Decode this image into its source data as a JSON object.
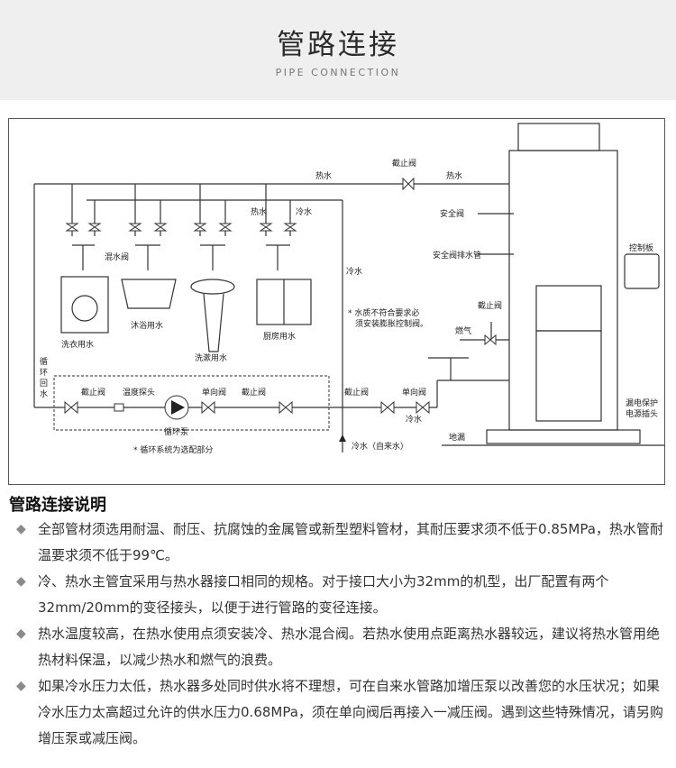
{
  "header": {
    "title": "管路连接",
    "subtitle": "PIPE CONNECTION"
  },
  "diagram": {
    "labels": {
      "hot_water_1": "热水",
      "stop_valve_top": "截止阀",
      "hot_water_2": "热水",
      "safety_valve": "安全阀",
      "safety_drain": "安全阀排水管",
      "control_panel": "控制板",
      "hot_water_mix": "热水",
      "cold_water_mix": "冷水",
      "mixing_valve": "混水阀",
      "cold_water_vertical": "冷水",
      "washer": "洗衣用水",
      "shower": "沐浴用水",
      "basin": "洗漱用水",
      "kitchen": "厨房用水",
      "note_line1": "* 水质不符合要求必",
      "note_line2": "须安装膨胀控制阀。",
      "gas": "燃气",
      "stop_valve_gas": "截止阀",
      "leakage_line1": "漏电保护",
      "leakage_line2": "电源插头",
      "drain": "地漏",
      "circ_1": "循",
      "circ_2": "环",
      "circ_3": "回",
      "circ_4": "水",
      "loop_stop1": "截止阀",
      "loop_temp": "温度探头",
      "loop_check": "单向阀",
      "loop_stop2": "截止阀",
      "pump": "循环泵",
      "loop_note": "* 循环系统为选配部分",
      "inlet_stop": "截止阀",
      "inlet_check": "单向阀",
      "inlet_cold": "冷水",
      "tap_water": "冷水（自来水）"
    }
  },
  "instructions": {
    "title": "管路连接说明",
    "bullet_icon": "diamond-bullet",
    "items": [
      "全部管材须选用耐温、耐压、抗腐蚀的金属管或新型塑料管材，其耐压要求须不低于0.85MPa，热水管耐温要求须不低于99℃。",
      "冷、热水主管宜采用与热水器接口相同的规格。对于接口大小为32mm的机型，出厂配置有两个32mm/20mm的变径接头，以便于进行管路的变径连接。",
      "热水温度较高，在热水使用点须安装冷、热水混合阀。若热水使用点距离热水器较远，建议将热水管用绝热材料保温，以减少热水和燃气的浪费。",
      "如果冷水压力太低，热水器多处同时供水将不理想，可在自来水管路加增压泵以改善您的水压状况；如果冷水压力太高超过允许的供水压力0.68MPa，须在单向阀后再接入一减压阀。遇到这些特殊情况，请另购增压泵或减压阀。"
    ]
  }
}
